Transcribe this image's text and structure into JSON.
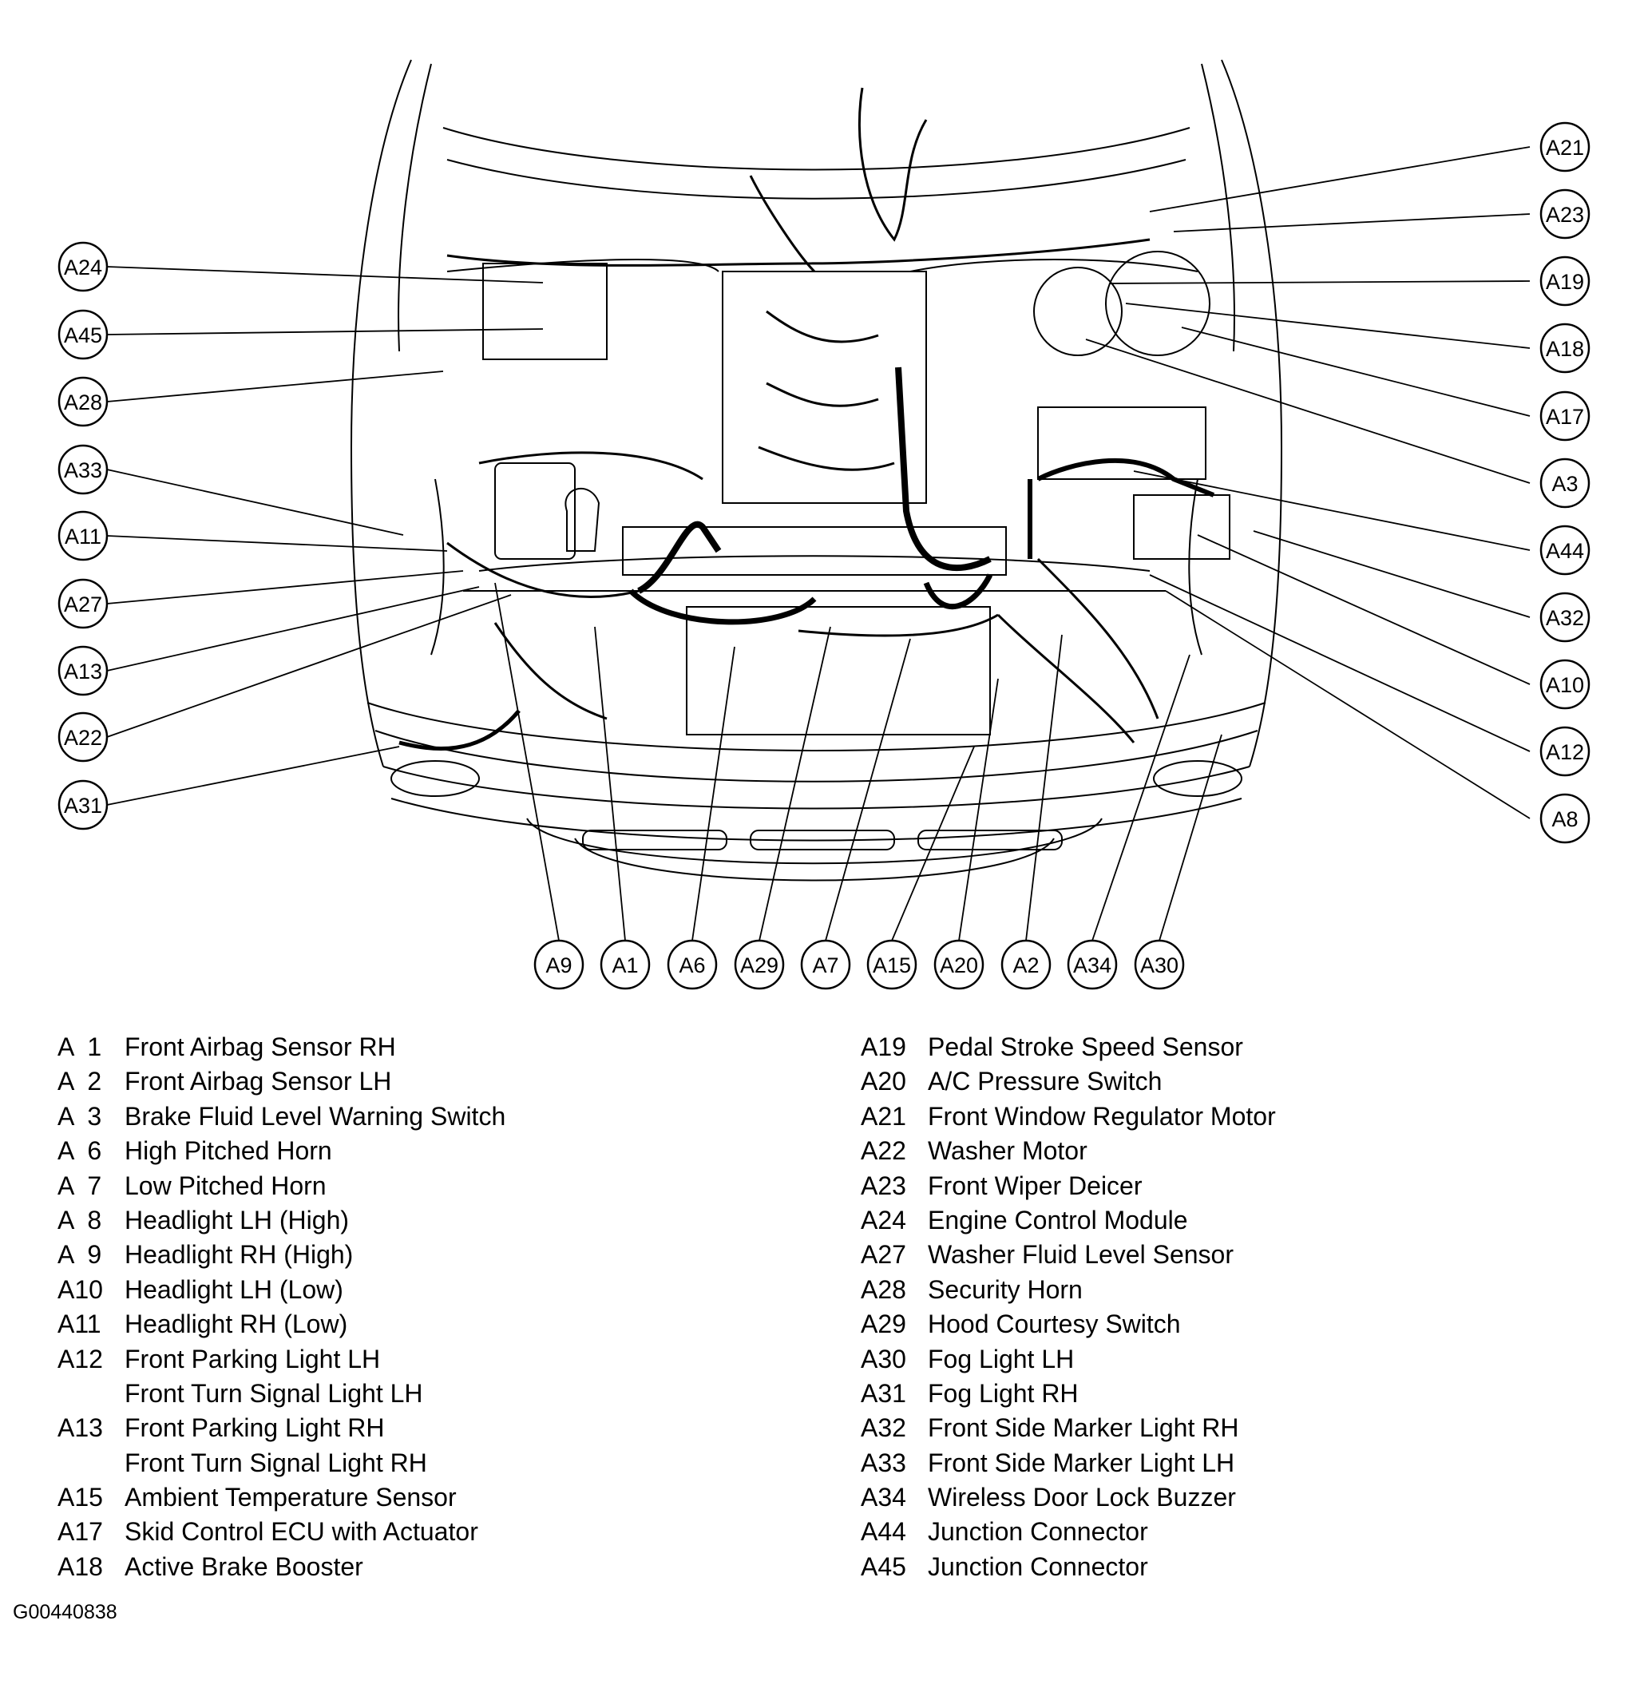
{
  "callouts_left": [
    "A24",
    "A45",
    "A28",
    "A33",
    "A11",
    "A27",
    "A13",
    "A22",
    "A31"
  ],
  "callouts_right": [
    "A21",
    "A23",
    "A19",
    "A18",
    "A17",
    "A3",
    "A44",
    "A32",
    "A10",
    "A12",
    "A8"
  ],
  "callouts_bottom": [
    "A9",
    "A1",
    "A6",
    "A29",
    "A7",
    "A15",
    "A20",
    "A2",
    "A34",
    "A30"
  ],
  "legend_left": [
    {
      "code": "A  1",
      "label": "Front Airbag Sensor RH"
    },
    {
      "code": "A  2",
      "label": "Front Airbag Sensor LH"
    },
    {
      "code": "A  3",
      "label": "Brake Fluid Level Warning Switch"
    },
    {
      "code": "A  6",
      "label": "High Pitched Horn"
    },
    {
      "code": "A  7",
      "label": "Low Pitched Horn"
    },
    {
      "code": "A  8",
      "label": "Headlight LH (High)"
    },
    {
      "code": "A  9",
      "label": "Headlight RH (High)"
    },
    {
      "code": "A10",
      "label": "Headlight LH (Low)"
    },
    {
      "code": "A11",
      "label": "Headlight RH (Low)"
    },
    {
      "code": "A12",
      "label": "Front Parking Light LH"
    },
    {
      "code": "",
      "label": "Front Turn Signal Light LH"
    },
    {
      "code": "A13",
      "label": "Front Parking Light RH"
    },
    {
      "code": "",
      "label": "Front Turn Signal Light RH"
    },
    {
      "code": "A15",
      "label": "Ambient Temperature Sensor"
    },
    {
      "code": "A17",
      "label": "Skid Control ECU with Actuator"
    },
    {
      "code": "A18",
      "label": "Active Brake Booster"
    }
  ],
  "legend_right": [
    {
      "code": "A19",
      "label": "Pedal Stroke Speed Sensor"
    },
    {
      "code": "A20",
      "label": "A/C Pressure Switch"
    },
    {
      "code": "A21",
      "label": "Front Window Regulator Motor"
    },
    {
      "code": "A22",
      "label": "Washer Motor"
    },
    {
      "code": "A23",
      "label": "Front Wiper Deicer"
    },
    {
      "code": "A24",
      "label": "Engine Control Module"
    },
    {
      "code": "A27",
      "label": "Washer Fluid Level Sensor"
    },
    {
      "code": "A28",
      "label": "Security Horn"
    },
    {
      "code": "A29",
      "label": "Hood Courtesy Switch"
    },
    {
      "code": "A30",
      "label": "Fog Light LH"
    },
    {
      "code": "A31",
      "label": "Fog Light RH"
    },
    {
      "code": "A32",
      "label": "Front Side Marker Light RH"
    },
    {
      "code": "A33",
      "label": "Front Side Marker Light LH"
    },
    {
      "code": "A34",
      "label": "Wireless Door Lock Buzzer"
    },
    {
      "code": "A44",
      "label": "Junction Connector"
    },
    {
      "code": "A45",
      "label": "Junction Connector"
    }
  ],
  "figure_id": "G00440838"
}
